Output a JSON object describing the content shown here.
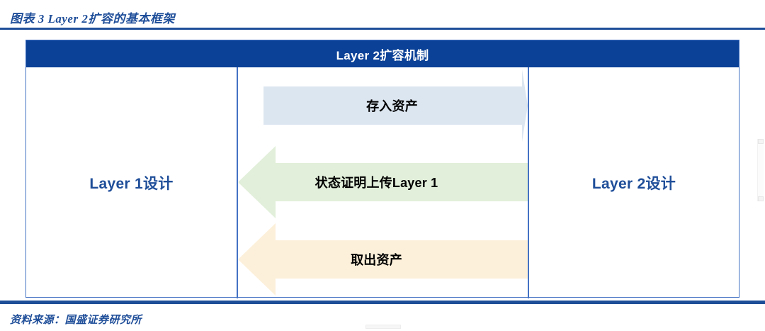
{
  "figure": {
    "caption": "图表 3 Layer 2扩容的基本框架",
    "source": "资料来源：国盛证券研究所",
    "accent_color": "#1F4E99",
    "header_color": "#0B4197",
    "border_color": "#4472C4"
  },
  "diagram": {
    "header_title": "Layer 2扩容机制",
    "left_panel": {
      "label": "Layer 1设计"
    },
    "right_panel": {
      "label": "Layer 2设计"
    },
    "arrows": [
      {
        "label": "存入资产",
        "direction": "right",
        "fill": "#DCE6F1",
        "stroke": "#DCE6F1"
      },
      {
        "label": "状态证明上传Layer 1",
        "direction": "left",
        "fill": "#E2EFDA",
        "stroke": "#E2EFDA"
      },
      {
        "label": "取出资产",
        "direction": "left",
        "fill": "#FDF0DA",
        "stroke": "#FDF0DA"
      }
    ]
  }
}
